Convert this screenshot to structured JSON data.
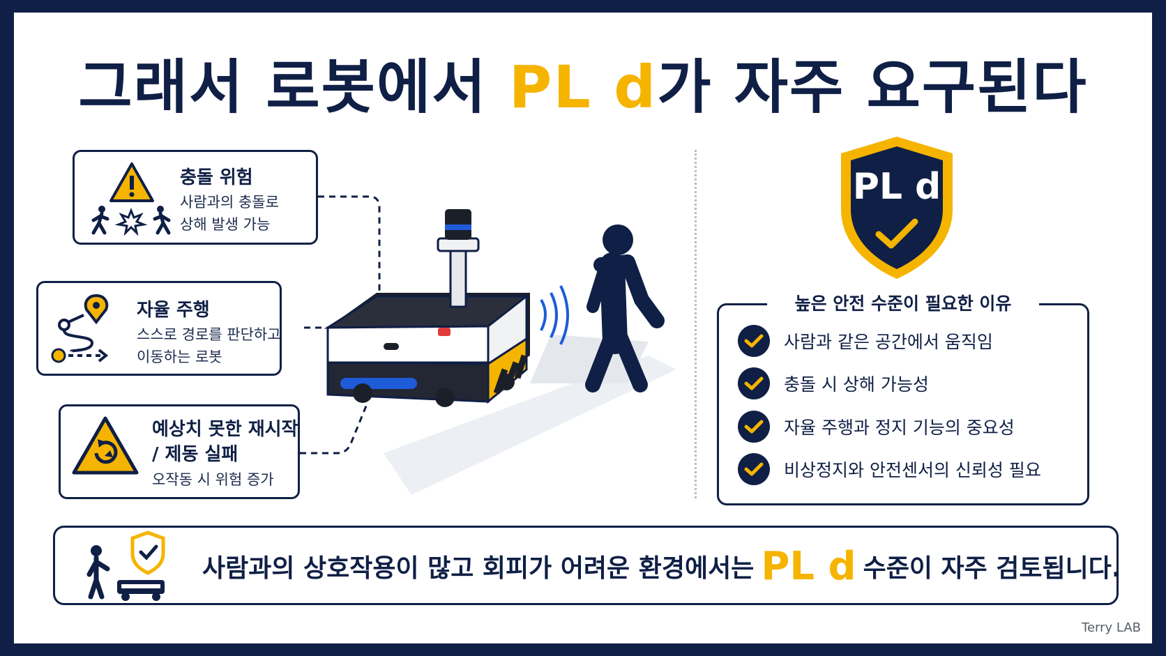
{
  "title": {
    "before": "그래서 로봇에서 ",
    "highlight": "PL d",
    "after": "가 자주 요구된다"
  },
  "cards": {
    "collision": {
      "title": "충돌 위험",
      "line1": "사람과의 충돌로",
      "line2": "상해 발생 가능"
    },
    "autonomous": {
      "title": "자율 주행",
      "line1": "스스로 경로를 판단하고",
      "line2": "이동하는 로봇"
    },
    "restart": {
      "title_line1": "예상치 못한 재시작",
      "title_line2": "/ 제동 실패",
      "line1": "오작동 시 위험 증가"
    }
  },
  "shield_label": "PL d",
  "reasons": {
    "heading": "높은 안전 수준이 필요한 이유",
    "items": [
      "사람과 같은 공간에서 움직임",
      "충돌 시 상해 가능성",
      "자율 주행과 정지 기능의 중요성",
      "비상정지와 안전센서의 신뢰성 필요"
    ]
  },
  "bottom": {
    "before": "사람과의 상호작용이 많고 회피가 어려운 환경에서는",
    "highlight": "PL d",
    "after": "수준이 자주 검토됩니다."
  },
  "footer": "Terry LAB",
  "colors": {
    "navy": "#0f1f45",
    "accent": "#f5b400",
    "robot_blue": "#1e5bd8"
  }
}
